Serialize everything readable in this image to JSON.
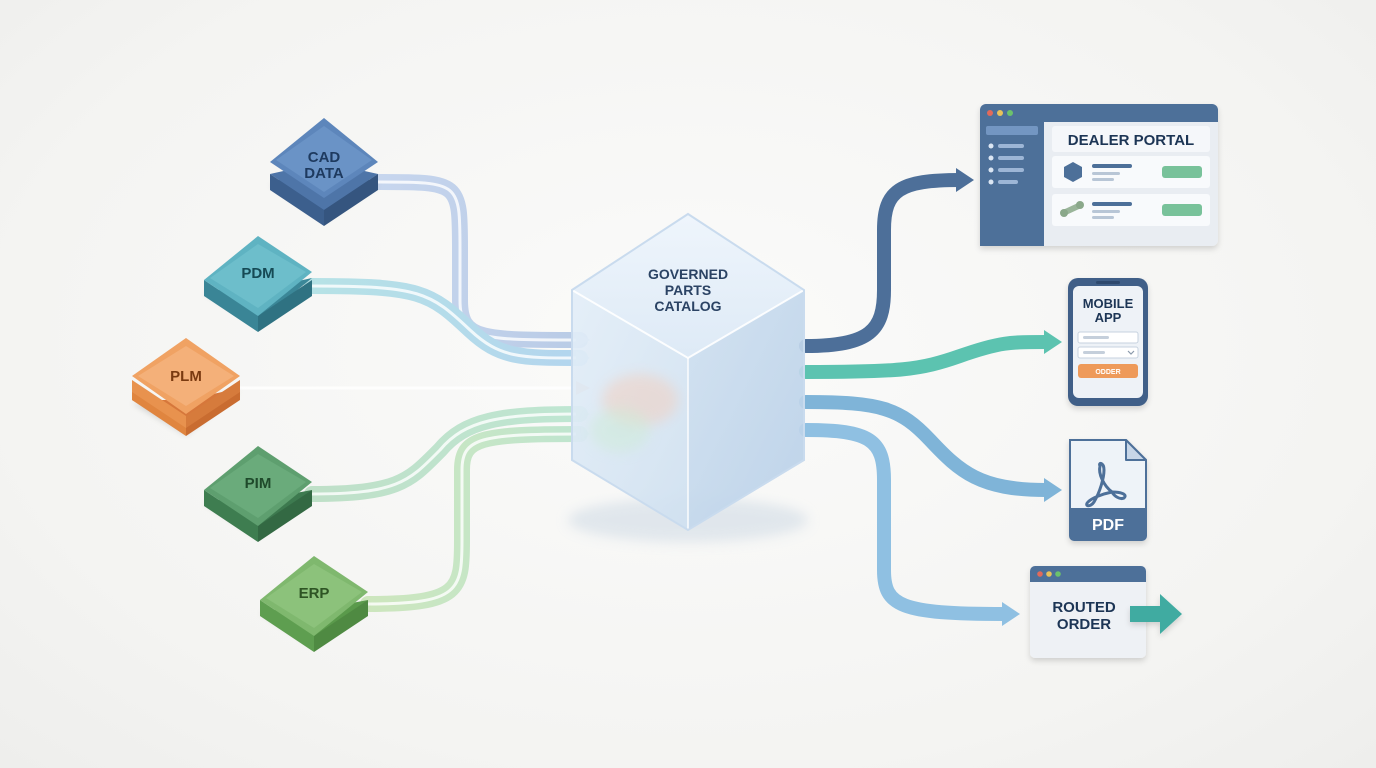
{
  "sources": [
    {
      "id": "cad",
      "label_lines": [
        "CAD",
        "DATA"
      ],
      "color": "#5a7fb0"
    },
    {
      "id": "pdm",
      "label_lines": [
        "PDM"
      ],
      "color": "#4fa3b6"
    },
    {
      "id": "plm",
      "label_lines": [
        "PLM"
      ],
      "color": "#ee9a5a"
    },
    {
      "id": "pim",
      "label_lines": [
        "PIM"
      ],
      "color": "#5a9a6c"
    },
    {
      "id": "erp",
      "label_lines": [
        "ERP"
      ],
      "color": "#79b46a"
    }
  ],
  "hub": {
    "label_lines": [
      "GOVERNED",
      "PARTS",
      "CATALOG"
    ]
  },
  "outputs": {
    "dealer_portal": {
      "title": "DEALER PORTAL"
    },
    "mobile_app": {
      "title_lines": [
        "MOBILE",
        "APP"
      ],
      "button_label": "ODDER"
    },
    "pdf": {
      "label": "PDF"
    },
    "routed_order": {
      "label_lines": [
        "ROUTED",
        "ORDER"
      ]
    }
  },
  "colors": {
    "dark_blue": "#4d6f99",
    "teal": "#5cc3b0",
    "light_blue": "#7fb4d8",
    "orange": "#ee9a5a",
    "green": "#5fae72"
  }
}
